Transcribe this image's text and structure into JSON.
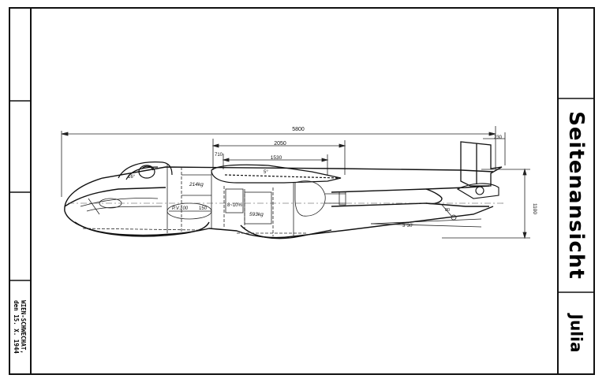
{
  "drawing": {
    "title": "Seitenansicht",
    "project_name": "Julia",
    "place_line1": "WIEN-SCHWECHAT,",
    "place_line2": "den 15. X. 1944"
  },
  "dimensions": {
    "overall_length": "5800",
    "dim_2050": "2050",
    "dim_1530": "1530",
    "dim_710": "710",
    "dim_230": "230",
    "dim_1100": "1100",
    "angle_tail": "3°30'",
    "angle_top": "5°"
  },
  "annotations": {
    "weight_214": "214kg",
    "weight_593": "593kg",
    "pack_label": "P.V.100",
    "dim_150": "150",
    "angle_cockpit": "16°",
    "pct_label": "8~10%",
    "dim_80": "80"
  }
}
